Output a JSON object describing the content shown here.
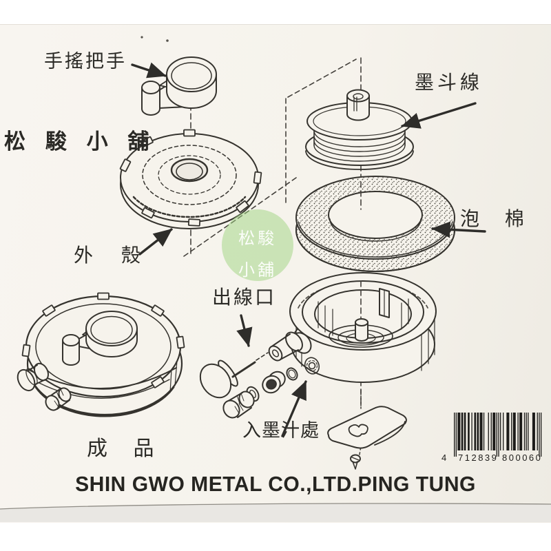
{
  "shop_watermark": {
    "name_spaced": "松 駿 小 舖",
    "stamp_line1": "松駿",
    "stamp_line2": "小舖",
    "stamp_color": "#9ed37f"
  },
  "part_labels": {
    "hand_crank": "手搖把手",
    "ink_line": "墨斗線",
    "foam": "泡 棉",
    "outer_shell": "外 殼",
    "line_outlet": "出線口",
    "ink_inlet": "入墨汁處",
    "finished_product": "成 品"
  },
  "footer": {
    "company": "SHIN GWO METAL CO.,LTD.PING TUNG"
  },
  "barcode": {
    "value": "4712839800060",
    "groups": [
      "4",
      "712839",
      "800060"
    ]
  },
  "colors": {
    "paper": "#f6f3ec",
    "ink": "#35332e",
    "watermark_green": "#9ed37f"
  }
}
